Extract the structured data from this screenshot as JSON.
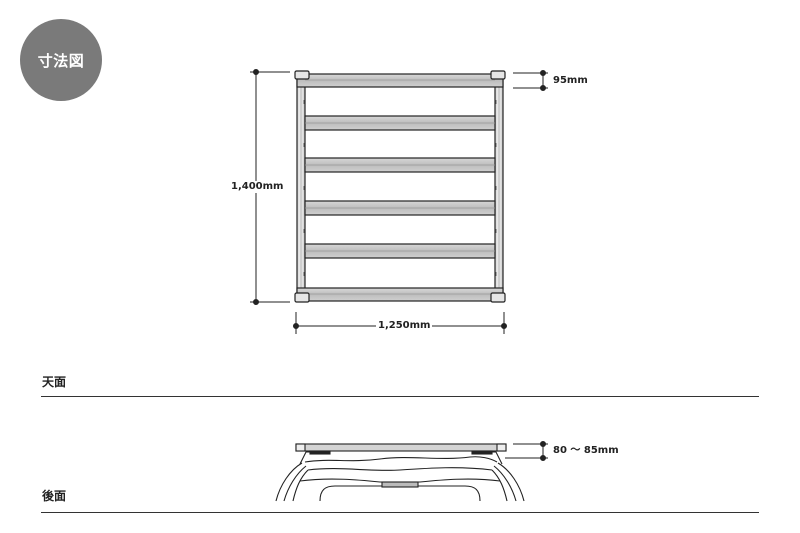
{
  "badge": {
    "label": "寸法図",
    "color": "#7a7a7a"
  },
  "sections": [
    {
      "label": "天面"
    },
    {
      "label": "後面"
    }
  ],
  "top_view": {
    "dimensions": {
      "height": "1,400mm",
      "width": "1,250mm",
      "bar_width": "95mm"
    },
    "crossbar_count": 6
  },
  "rear_view": {
    "dimensions": {
      "rack_height": "80 〜 85mm"
    }
  }
}
